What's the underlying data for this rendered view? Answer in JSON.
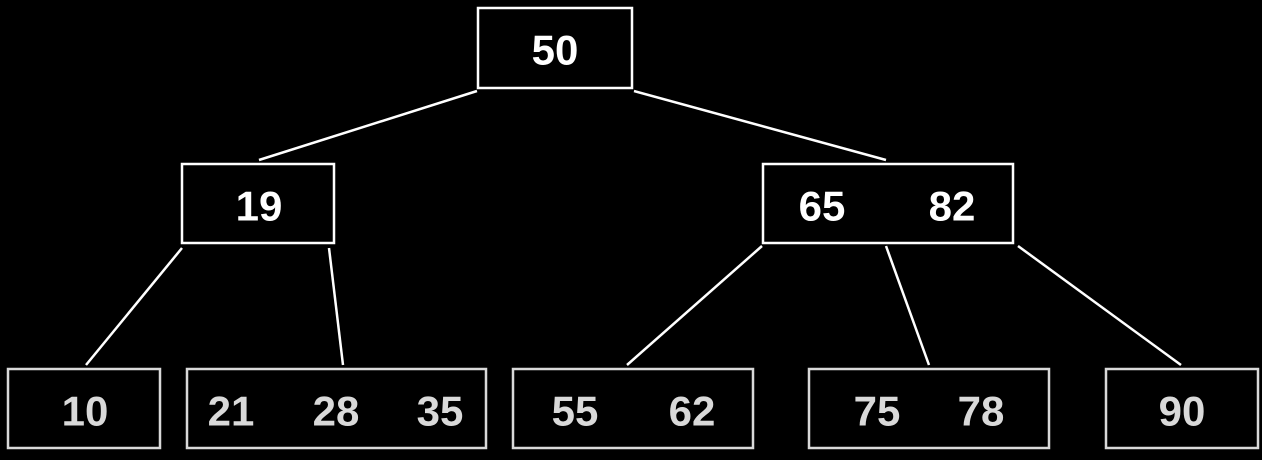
{
  "colors": {
    "background": "#000000",
    "upper_levels": "#ffffff",
    "leaf_level": "#d9d9d9"
  },
  "tree": {
    "root": {
      "keys": [
        "50"
      ]
    },
    "level1": [
      {
        "keys": [
          "19"
        ]
      },
      {
        "keys": [
          "65",
          "82"
        ]
      }
    ],
    "leaves": [
      {
        "keys": [
          "10"
        ]
      },
      {
        "keys": [
          "21",
          "28",
          "35"
        ]
      },
      {
        "keys": [
          "55",
          "62"
        ]
      },
      {
        "keys": [
          "75",
          "78"
        ]
      },
      {
        "keys": [
          "90"
        ]
      }
    ]
  }
}
